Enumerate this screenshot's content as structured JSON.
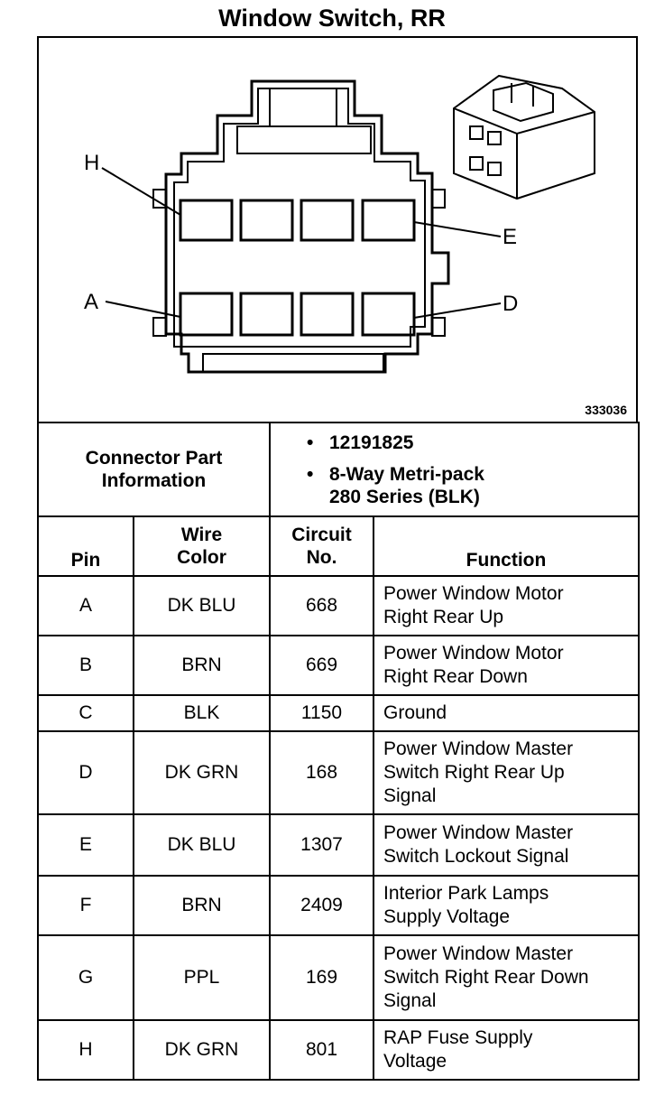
{
  "title": "Window Switch, RR",
  "diagram": {
    "figure_number": "333036",
    "pin_labels": {
      "h": "H",
      "e": "E",
      "a": "A",
      "d": "D"
    }
  },
  "connector_info": {
    "label_line1": "Connector Part",
    "label_line2": "Information",
    "part_number": "12191825",
    "type_line1": "8-Way Metri-pack",
    "type_line2": "280 Series (BLK)"
  },
  "columns": {
    "pin": "Pin",
    "wire_color_line1": "Wire",
    "wire_color_line2": "Color",
    "circuit_line1": "Circuit",
    "circuit_line2": "No.",
    "function": "Function"
  },
  "rows": [
    {
      "pin": "A",
      "wire": "DK BLU",
      "circuit": "668",
      "function": [
        "Power Window Motor",
        "Right Rear Up"
      ]
    },
    {
      "pin": "B",
      "wire": "BRN",
      "circuit": "669",
      "function": [
        "Power Window Motor",
        "Right Rear Down"
      ]
    },
    {
      "pin": "C",
      "wire": "BLK",
      "circuit": "1150",
      "function": [
        "Ground"
      ]
    },
    {
      "pin": "D",
      "wire": "DK GRN",
      "circuit": "168",
      "function": [
        "Power Window Master",
        "Switch Right Rear Up",
        "Signal"
      ]
    },
    {
      "pin": "E",
      "wire": "DK BLU",
      "circuit": "1307",
      "function": [
        "Power Window Master",
        "Switch Lockout Signal"
      ]
    },
    {
      "pin": "F",
      "wire": "BRN",
      "circuit": "2409",
      "function": [
        "Interior Park Lamps",
        "Supply Voltage"
      ]
    },
    {
      "pin": "G",
      "wire": "PPL",
      "circuit": "169",
      "function": [
        "Power Window Master",
        "Switch Right Rear Down",
        "Signal"
      ]
    },
    {
      "pin": "H",
      "wire": "DK GRN",
      "circuit": "801",
      "function": [
        "RAP Fuse Supply",
        "Voltage"
      ]
    }
  ]
}
